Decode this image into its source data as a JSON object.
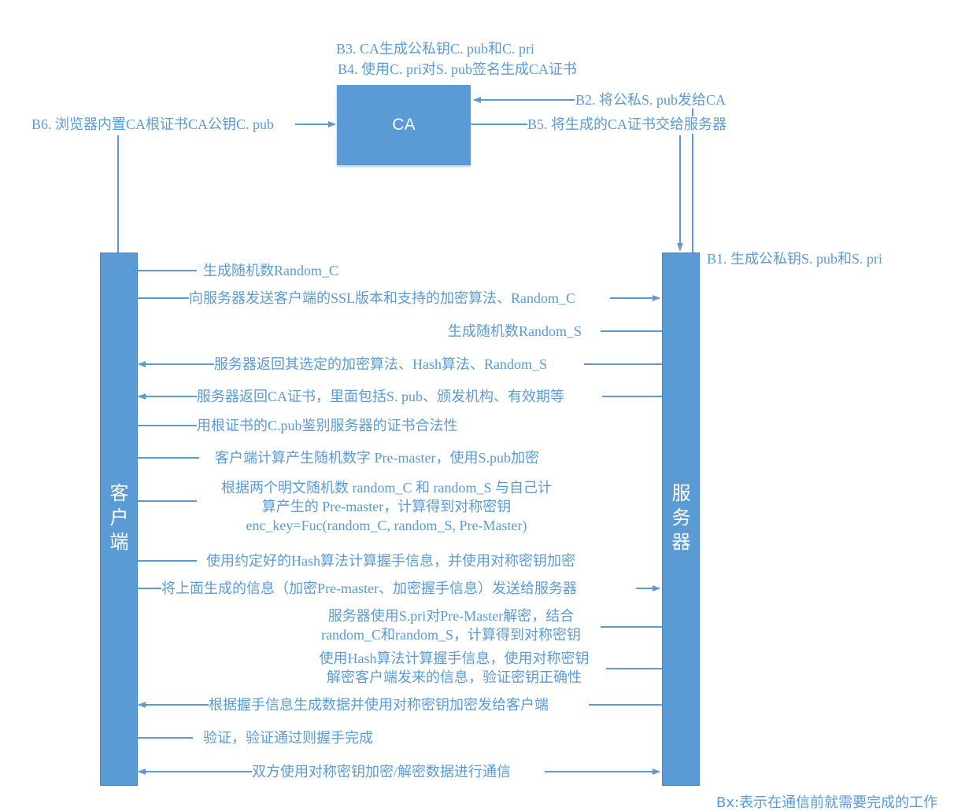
{
  "colors": {
    "accent": "#5b9bd5"
  },
  "ca": {
    "label": "CA"
  },
  "client": {
    "label": [
      "客",
      "户",
      "端"
    ]
  },
  "server": {
    "label": [
      "服",
      "务",
      "器"
    ]
  },
  "pre": {
    "b1": "B1.  生成公私钥S. pub和S. pri",
    "b2": "B2.  将公私S. pub发给CA",
    "b3": "B3.  CA生成公私钥C. pub和C. pri",
    "b4": "B4.  使用C. pri对S. pub签名生成CA证书",
    "b5": "B5.  将生成的CA证书交给服务器",
    "b6": "B6.  浏览器内置CA根证书CA公钥C. pub"
  },
  "steps": [
    {
      "lines": [
        "生成随机数Random_C"
      ]
    },
    {
      "lines": [
        "向服务器发送客户端的SSL版本和支持的加密算法、Random_C"
      ],
      "direction": "to-server"
    },
    {
      "lines": [
        "生成随机数Random_S"
      ]
    },
    {
      "lines": [
        "服务器返回其选定的加密算法、Hash算法、Random_S"
      ],
      "direction": "to-client"
    },
    {
      "lines": [
        "服务器返回CA证书，里面包括S. pub、颁发机构、有效期等"
      ],
      "direction": "to-client"
    },
    {
      "lines": [
        "用根证书的C.pub鉴别服务器的证书合法性"
      ]
    },
    {
      "lines": [
        "客户端计算产生随机数字 Pre-master，使用S.pub加密"
      ]
    },
    {
      "lines": [
        "根据两个明文随机数 random_C 和 random_S 与自己计",
        "算产生的 Pre-master，计算得到对称密钥",
        "enc_key=Fuc(random_C, random_S, Pre-Master)"
      ]
    },
    {
      "lines": [
        "使用约定好的Hash算法计算握手信息，并使用对称密钥加密"
      ]
    },
    {
      "lines": [
        "将上面生成的信息（加密Pre-master、加密握手信息）发送给服务器"
      ],
      "direction": "to-server"
    },
    {
      "lines": [
        "服务器使用S.pri对Pre-Master解密，结合",
        "random_C和random_S，计算得到对称密钥"
      ]
    },
    {
      "lines": [
        "使用Hash算法计算握手信息，使用对称密钥",
        "解密客户端发来的信息，验证密钥正确性"
      ]
    },
    {
      "lines": [
        "根据握手信息生成数据并使用对称密钥加密发给客户端"
      ],
      "direction": "to-client"
    },
    {
      "lines": [
        "验证，验证通过则握手完成"
      ]
    },
    {
      "lines": [
        "双方使用对称密钥加密/解密数据进行通信"
      ],
      "direction": "both"
    }
  ],
  "legend": "Bx:表示在通信前就需要完成的工作"
}
